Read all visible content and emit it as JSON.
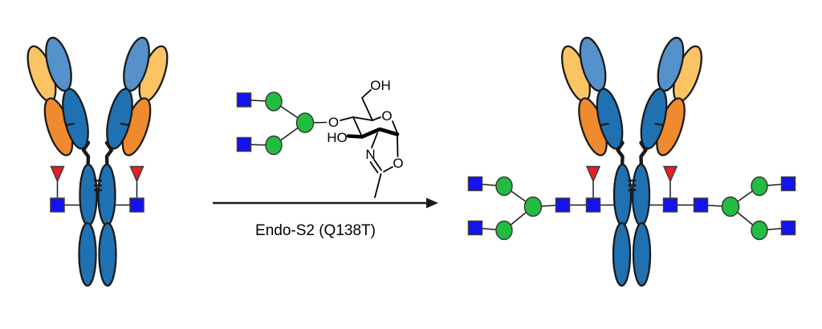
{
  "diagram": {
    "kind": "antibody-glycan-remodeling-reaction-scheme",
    "arrow_label": "Endo-S2 (Q138T)"
  },
  "chem_labels": {
    "hydroxymethyl_oh": "OH",
    "ring_oxygen": "O",
    "glycosidic_oxygen": "O",
    "hydroxyl_ho": "HO",
    "oxazoline_nitrogen": "N",
    "oxazoline_oxygen": "O"
  },
  "colors": {
    "heavy_constant_blue": "#2071B2",
    "heavy_variable_blue": "#5592CB",
    "light_variable_yellow": "#FAC364",
    "light_constant_orange": "#F08A2E",
    "glcnac_square_blue": "#1412EE",
    "mannose_circle_green": "#22BD40",
    "fucose_triangle_red": "#ED1C24",
    "outline_black": "#1a1a1a"
  },
  "symbols": {
    "glcnac": {
      "icon": "glcnac-square-icon",
      "shape": "square"
    },
    "mannose": {
      "icon": "mannose-circle-icon",
      "shape": "circle"
    },
    "fucose": {
      "icon": "fucose-triangle-icon",
      "shape": "triangle"
    }
  }
}
